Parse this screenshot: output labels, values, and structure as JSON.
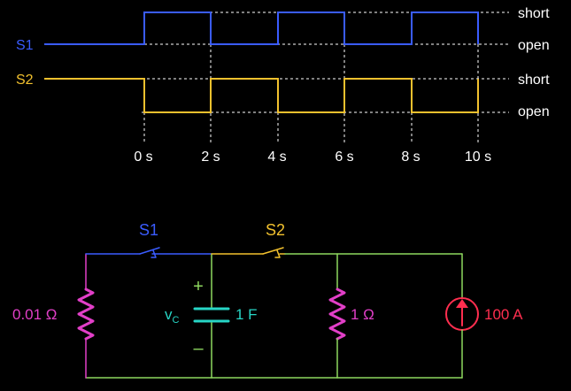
{
  "timing": {
    "signals": [
      {
        "name": "S1",
        "color": "#3a5cff"
      },
      {
        "name": "S2",
        "color": "#f2c12e"
      }
    ],
    "states": {
      "high": "short",
      "low": "open"
    },
    "time_ticks": [
      "0 s",
      "2 s",
      "4 s",
      "6 s",
      "8 s",
      "10 s"
    ]
  },
  "circuit": {
    "left_resistor": "0.01 Ω",
    "switch_1": "S1",
    "switch_2": "S2",
    "cap_voltage": "v",
    "cap_voltage_sub": "C",
    "cap_plus": "+",
    "cap_minus": "–",
    "capacitor": "1 F",
    "right_resistor": "1 Ω",
    "source": "100 A"
  },
  "colors": {
    "blue": "#3a5cff",
    "yellow": "#f2c12e",
    "magenta": "#e23fc8",
    "green": "#8ed85f",
    "cyan": "#27d6c6",
    "red": "#ff2e4f",
    "white": "#ffffff"
  }
}
